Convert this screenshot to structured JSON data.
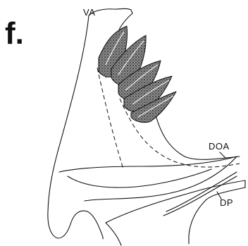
{
  "figure": {
    "panel_label": "f.",
    "labels": {
      "va": "VA",
      "doa": "DOA",
      "dp": "DP"
    },
    "colors": {
      "ink": "#111111",
      "background": "#ffffff"
    }
  }
}
